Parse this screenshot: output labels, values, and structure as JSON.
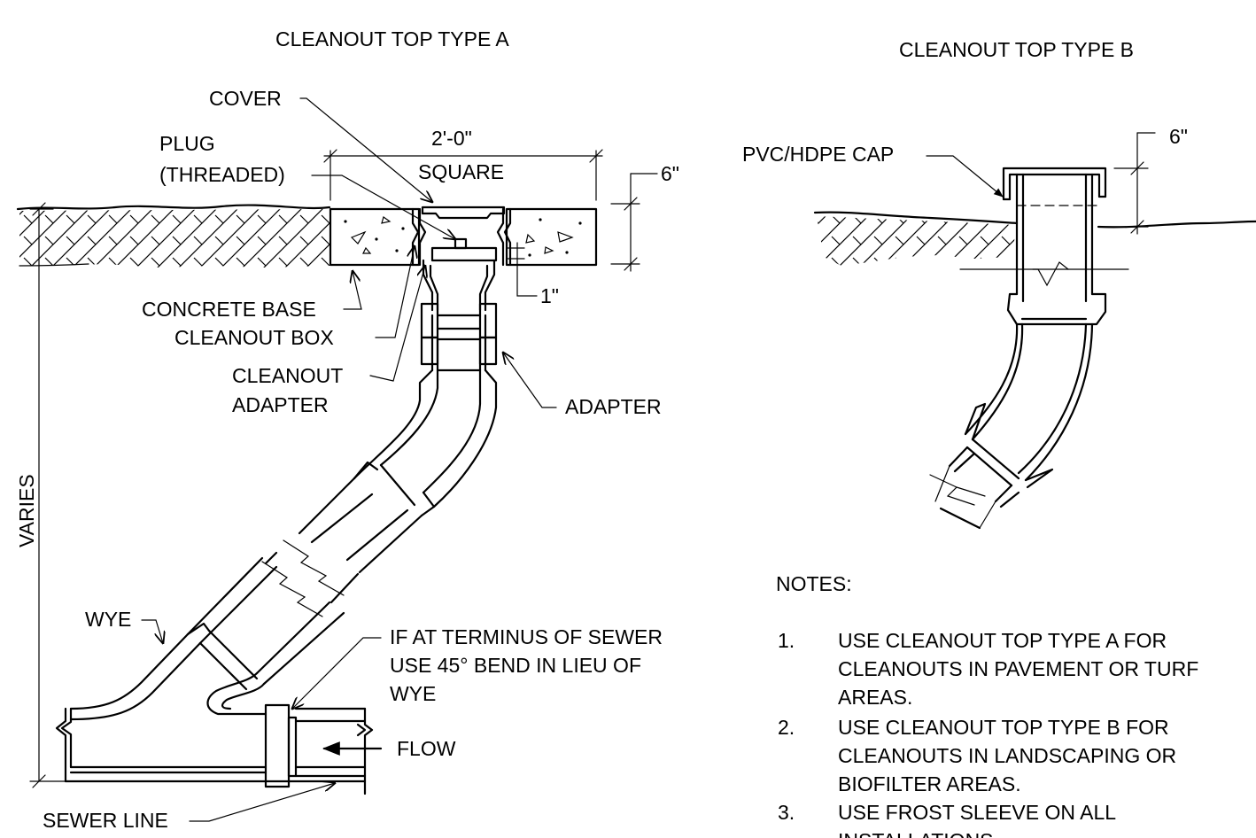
{
  "titles": {
    "type_a": "CLEANOUT TOP TYPE A",
    "type_b": "CLEANOUT TOP TYPE B"
  },
  "labels": {
    "cover": "COVER",
    "plug_line1": "PLUG",
    "plug_line2": "(THREADED)",
    "dim_width": "2'-0\"",
    "dim_square": "SQUARE",
    "dim_depth": "6\"",
    "dim_gap": "1\"",
    "concrete_base": "CONCRETE BASE",
    "cleanout_box": "CLEANOUT BOX",
    "cleanout_adapter_line1": "CLEANOUT",
    "cleanout_adapter_line2": "ADAPTER",
    "adapter": "ADAPTER",
    "varies": "VARIES",
    "wye": "WYE",
    "terminus_line1": "IF AT TERMINUS OF SEWER",
    "terminus_line2": "USE 45° BEND IN LIEU OF",
    "terminus_line3": "WYE",
    "flow": "FLOW",
    "sewer_line": "SEWER LINE",
    "pvc_cap": "PVC/HDPE CAP",
    "cap_height": "6\""
  },
  "notes": {
    "heading": "NOTES:",
    "items": [
      {
        "num": "1.",
        "lines": [
          "USE CLEANOUT TOP TYPE A FOR",
          "CLEANOUTS IN PAVEMENT OR TURF",
          "AREAS."
        ]
      },
      {
        "num": "2.",
        "lines": [
          "USE CLEANOUT TOP TYPE B FOR",
          "CLEANOUTS IN LANDSCAPING OR",
          "BIOFILTER AREAS."
        ]
      },
      {
        "num": "3.",
        "lines": [
          "USE FROST SLEEVE ON ALL",
          "INSTALLATIONS."
        ]
      }
    ]
  }
}
